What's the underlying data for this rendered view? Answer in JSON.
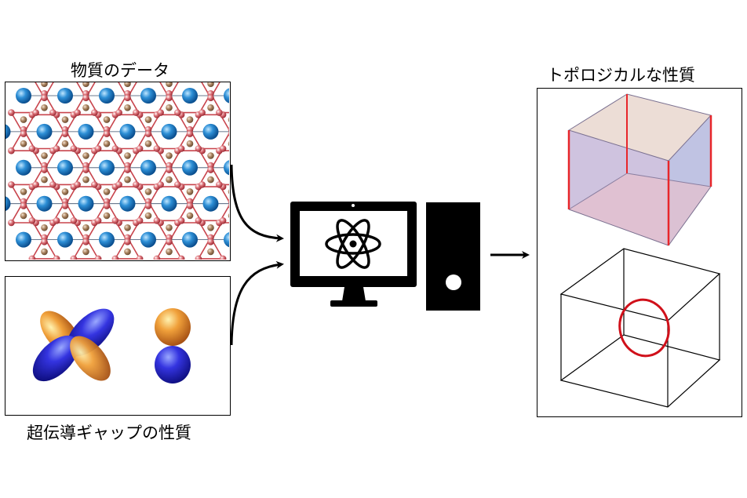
{
  "labels": {
    "material_data": "物質のデータ",
    "superconducting_gap": "超伝導ギャップの性質",
    "topological_property": "トポロジカルな性質"
  },
  "colors": {
    "blue_atom": "#1f7fc7",
    "red_atom": "#c8444c",
    "tan_atom": "#a07a55",
    "lattice_bond": "#c8444c",
    "surface_line": "#e8262a",
    "orbital_orange": "#e0822a",
    "orbital_blue": "#2a2ad8"
  },
  "icons": {
    "computer": "computer-icon",
    "atom": "atom-icon"
  }
}
